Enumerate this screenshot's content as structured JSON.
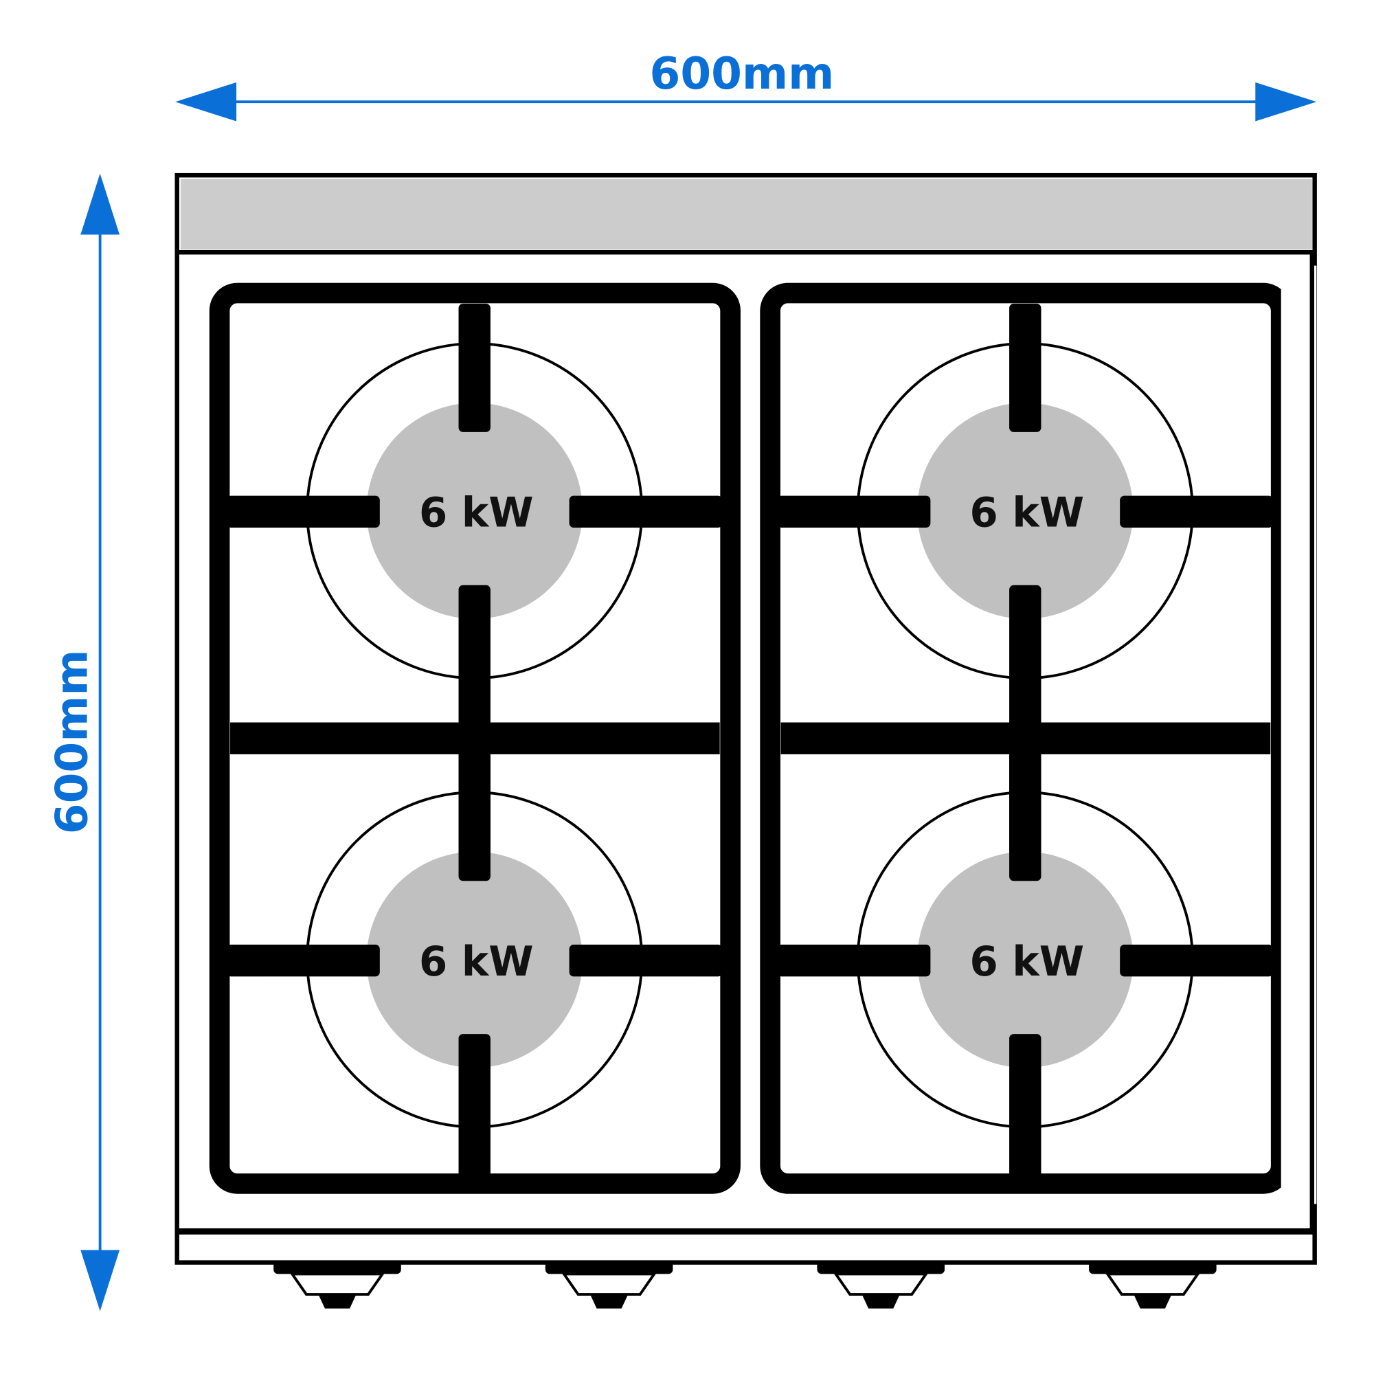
{
  "dimensions": {
    "width_label": "600mm",
    "depth_label": "600mm"
  },
  "burners": [
    {
      "power_label": "6 kW"
    },
    {
      "power_label": "6 kW"
    },
    {
      "power_label": "6 kW"
    },
    {
      "power_label": "6 kW"
    }
  ],
  "knob_count": 4,
  "colors": {
    "dimension": "#0a6fd6",
    "burner_cap": "#c0c0c0",
    "top_strip": "#cccccc",
    "outline": "#000000"
  }
}
